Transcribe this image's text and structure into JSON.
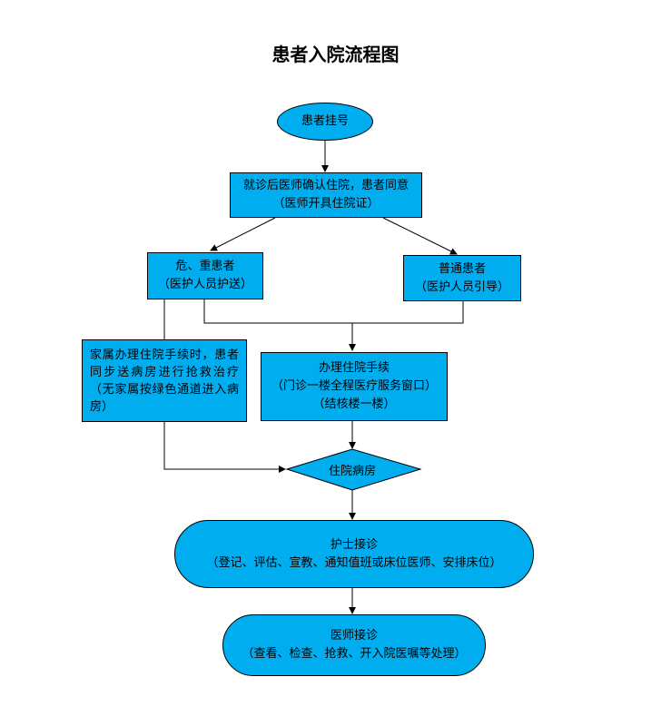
{
  "title": "患者入院流程图",
  "nodes": {
    "register": {
      "line1": "患者挂号"
    },
    "confirm": {
      "line1": "就诊后医师确认住院，患者同意",
      "line2": "（医师开具住院证）"
    },
    "critical": {
      "line1": "危、重患者",
      "line2": "（医护人员护送）"
    },
    "normal": {
      "line1": "普通患者",
      "line2": "（医护人员引导）"
    },
    "family": {
      "line1": "家属办理住院手续时，患者同步送病房进行抢救治疗（无家属按绿色通道进入病房）"
    },
    "admission": {
      "line1": "办理住院手续",
      "line2": "（门诊一楼全程医疗服务窗口）",
      "line3": "（结核楼一楼）"
    },
    "ward": {
      "line1": "住院病房"
    },
    "nurse": {
      "line1": "护士接诊",
      "line2": "（登记、评估、宣教、通知值班或床位医师、安排床位）"
    },
    "doctor": {
      "line1": "医师接诊",
      "line2": "（查看、检查、抢救、开入院医嘱等处理）"
    }
  },
  "colors": {
    "node_fill": "#00aeef",
    "stroke": "#000000"
  }
}
